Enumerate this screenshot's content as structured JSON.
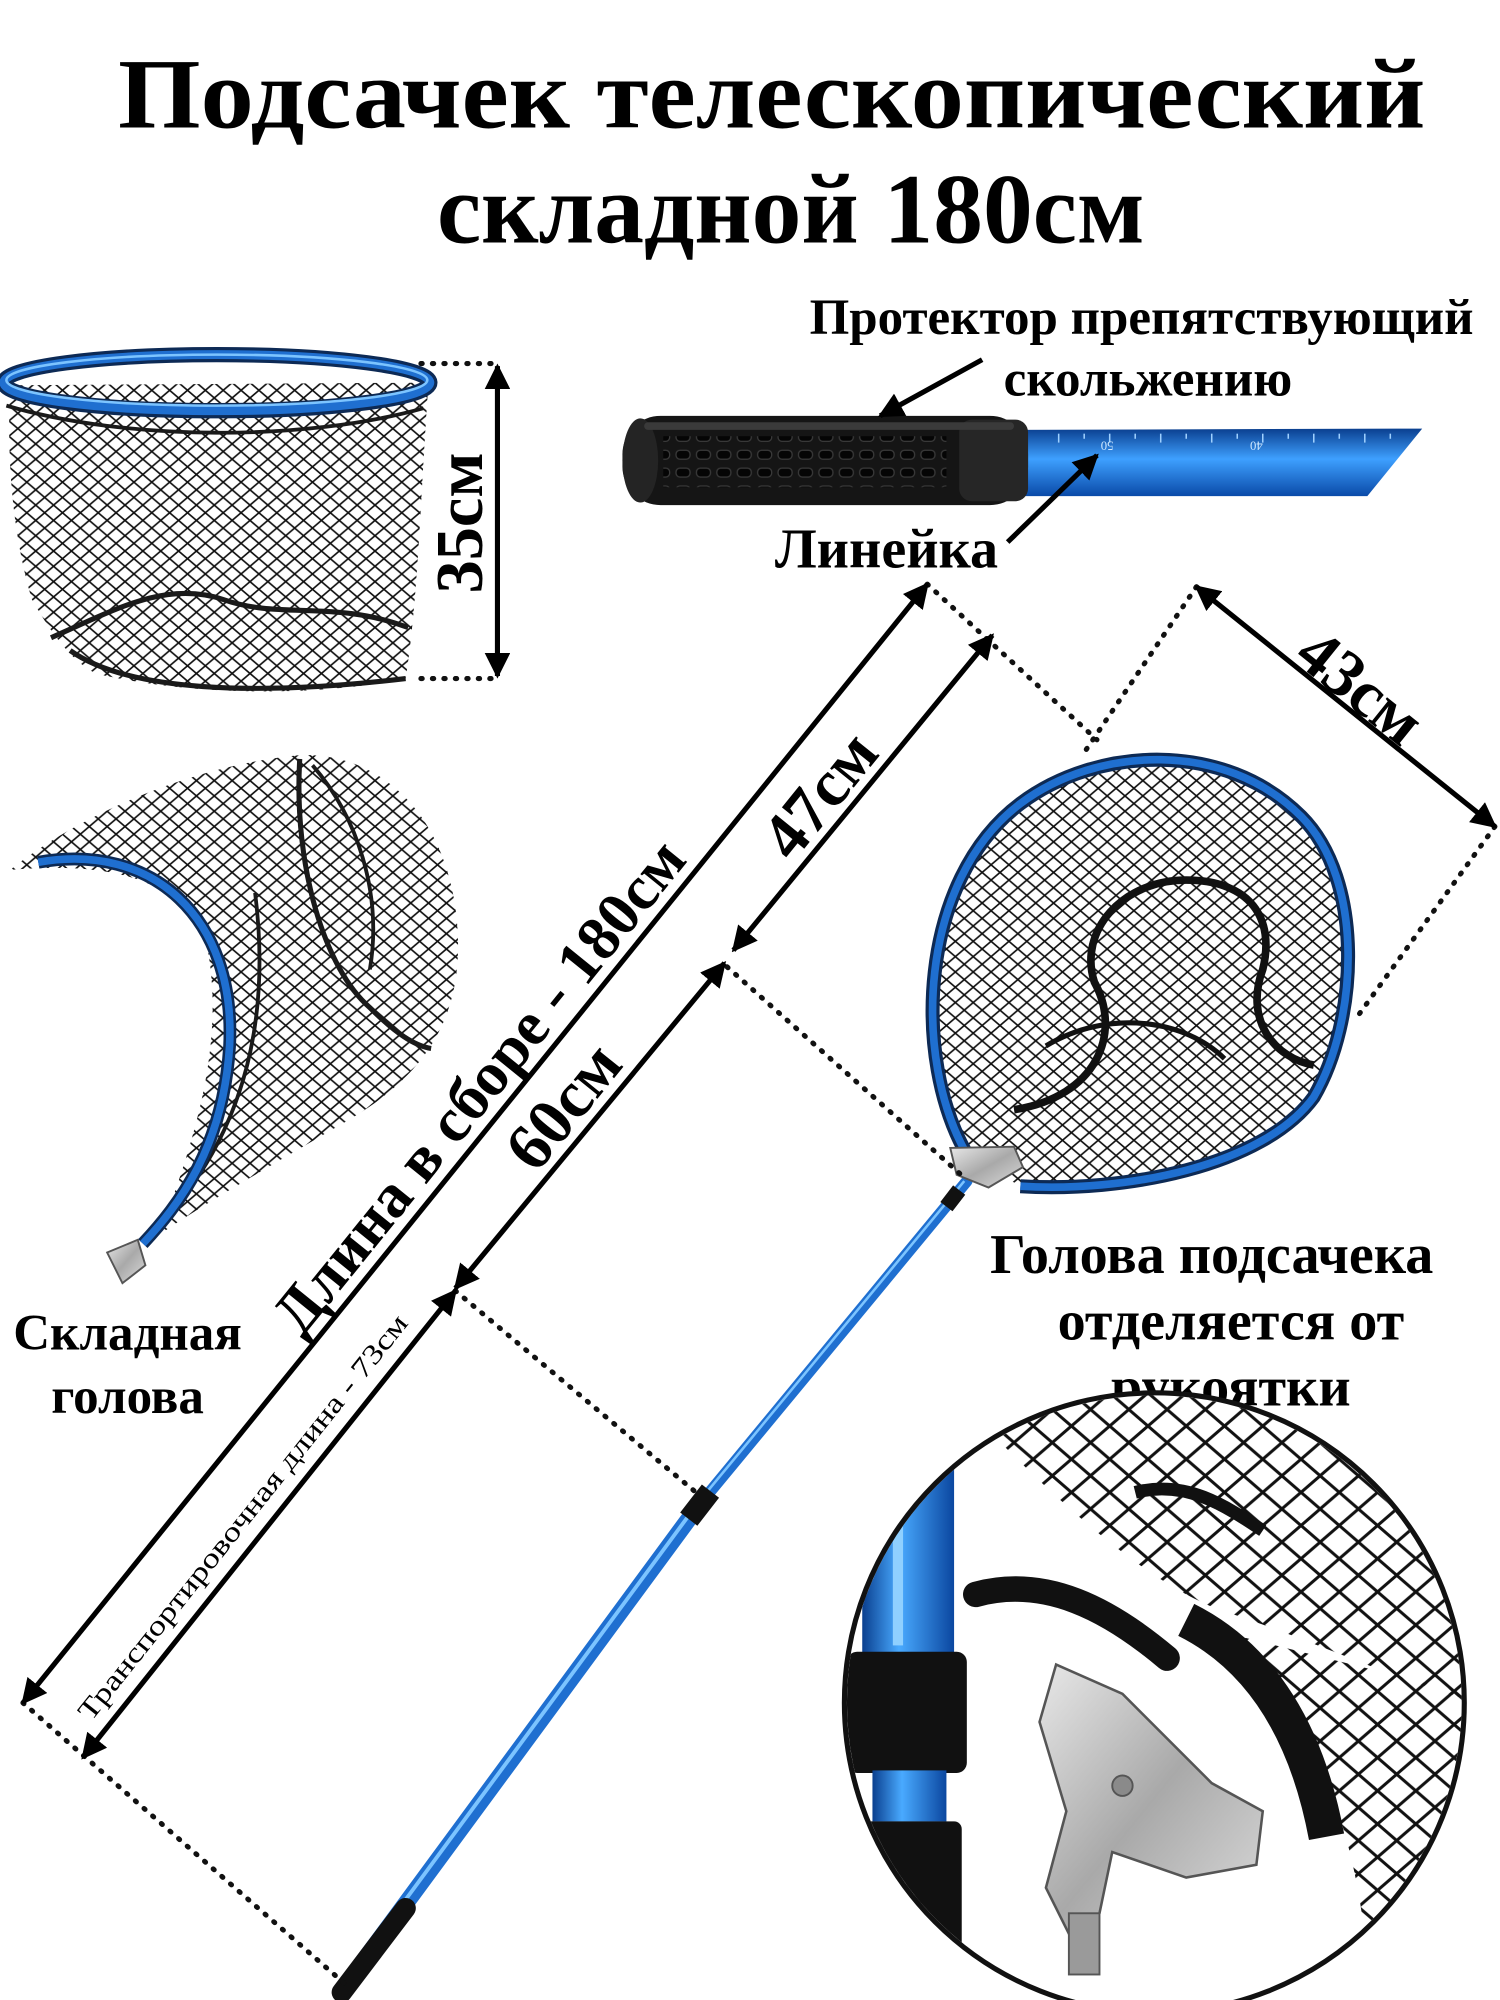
{
  "title": {
    "line1": "Подсачек телескопический",
    "line2": "складной 180см"
  },
  "labels": {
    "protector_line1": "Протектор препятствующий",
    "protector_line2": "скольжению",
    "ruler": "Линейка",
    "ruler_mark_50": "50",
    "ruler_mark_40": "40",
    "height_35": "35см",
    "folding_line1": "Складная",
    "folding_line2": "голова",
    "total_length": "Длина в сборе - 180см",
    "segment_47": "47см",
    "segment_60": "60см",
    "transport_length": "Транспортировочная длина - 73см",
    "width_43": "43см",
    "detach_line1": "Голова подсачека",
    "detach_line2": "отделяется от",
    "detach_line3": "рукоятки"
  },
  "colors": {
    "background": "#ffffff",
    "accent_blue": "#1f6fd0",
    "mesh": "#111111",
    "grip": "#151515",
    "metal": "#c4c4c4"
  }
}
